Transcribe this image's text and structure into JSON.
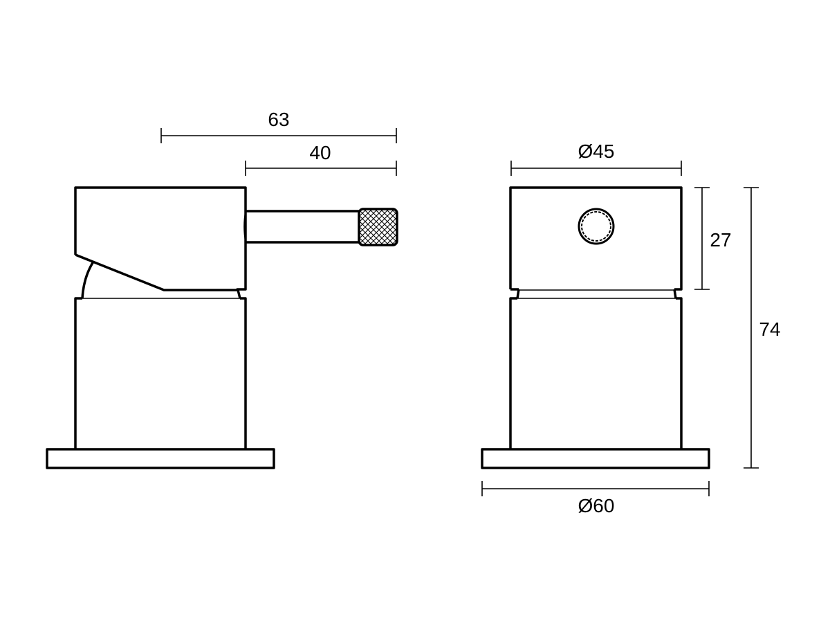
{
  "dimensions": {
    "overall_length": "63",
    "lever_length": "40",
    "handle_diameter": "Ø45",
    "handle_height": "27",
    "overall_height": "74",
    "base_diameter": "Ø60"
  },
  "colors": {
    "line": "#000000",
    "background": "#ffffff"
  }
}
